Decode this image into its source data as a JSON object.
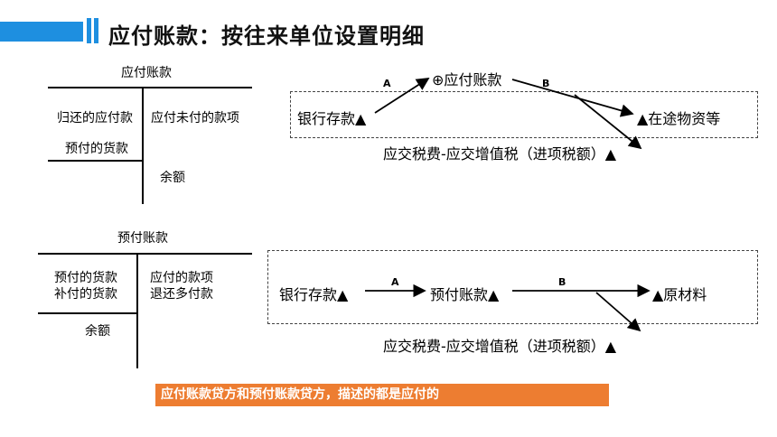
{
  "header": {
    "title": "应付账款：按往来单位设置明细"
  },
  "t_account_1": {
    "title": "应付账款",
    "left_row1": "归还的应付款",
    "left_row2": "预付的货款",
    "right_row1": "应付未付的款项",
    "balance": "余额"
  },
  "flow_1": {
    "bank": "银行存款▲",
    "payable": "⊕应付账款",
    "in_transit": "▲在途物资等",
    "vat": "应交税费-应交增值税（进项税额）▲",
    "label_a": "A",
    "label_b": "B"
  },
  "t_account_2": {
    "title": "预付账款",
    "left_row1": "预付的货款",
    "left_row2": "补付的货款",
    "right_row1": "应付的款项",
    "right_row2": "退还多付款",
    "balance": "余额"
  },
  "flow_2": {
    "bank": "银行存款▲",
    "prepaid": "预付账款▲",
    "raw_material": "▲原材料",
    "vat": "应交税费-应交增值税（进项税额）▲",
    "label_a": "A",
    "label_b": "B"
  },
  "note": {
    "text": "应付账款贷方和预付账款贷方，描述的都是应付的"
  },
  "colors": {
    "accent_blue": "#1e8fe0",
    "note_orange": "#ed7d31"
  }
}
